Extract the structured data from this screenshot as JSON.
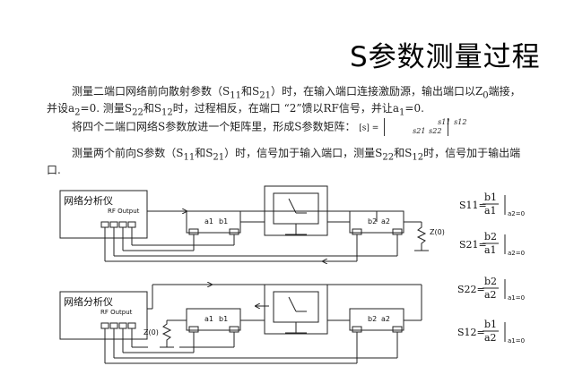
{
  "title": "S参数测量过程",
  "para1": {
    "t1": "测量二端口网络前向散射参数（S",
    "s11_sub": "11",
    "and": "和S",
    "s21_sub": "21",
    "t2": "）时，在输入端口连接激励源，输出端口以Z",
    "z_sub": "0",
    "t3": "端接，并设a",
    "a2_sub": "2",
    "t4": "=0. 测量S",
    "s22_sub": "22",
    "and2": "和S",
    "s12_sub": "12",
    "t5": "时，过程相反，在端口 “2”馈以RF信号，并让a",
    "a1_sub": "1",
    "t6": "=0."
  },
  "para2": {
    "text": "将四个二端口网络S参数放进一个矩阵里，形成S参数矩阵：",
    "matrix_label": "[s] =",
    "m11": "s11",
    "m12": "s12",
    "m21": "s21",
    "m22": "s22"
  },
  "para3": {
    "t1": "测量两个前向S参数（S",
    "s11_sub": "11",
    "and": "和S",
    "s21_sub": "21",
    "t2": "）时，信号加于输入端口，测量S",
    "s22_sub": "22",
    "and2": "和S",
    "s12_sub": "12",
    "t3": "时，信号加于输出端口."
  },
  "diagram": {
    "analyzer_label": "网络分析仪",
    "rf_output": "RF Output",
    "a1": "a1",
    "b1": "b1",
    "b2": "b2",
    "a2": "a2",
    "z0": "Z(0)",
    "equations": [
      {
        "lhs": "S11=",
        "num": "b1",
        "den": "a1",
        "cond": "a2=0"
      },
      {
        "lhs": "S21=",
        "num": "b2",
        "den": "a1",
        "cond": "a2=0"
      },
      {
        "lhs": "S22=",
        "num": "b2",
        "den": "a2",
        "cond": "a1=0"
      },
      {
        "lhs": "S12=",
        "num": "b1",
        "den": "a2",
        "cond": "a1=0"
      }
    ]
  }
}
